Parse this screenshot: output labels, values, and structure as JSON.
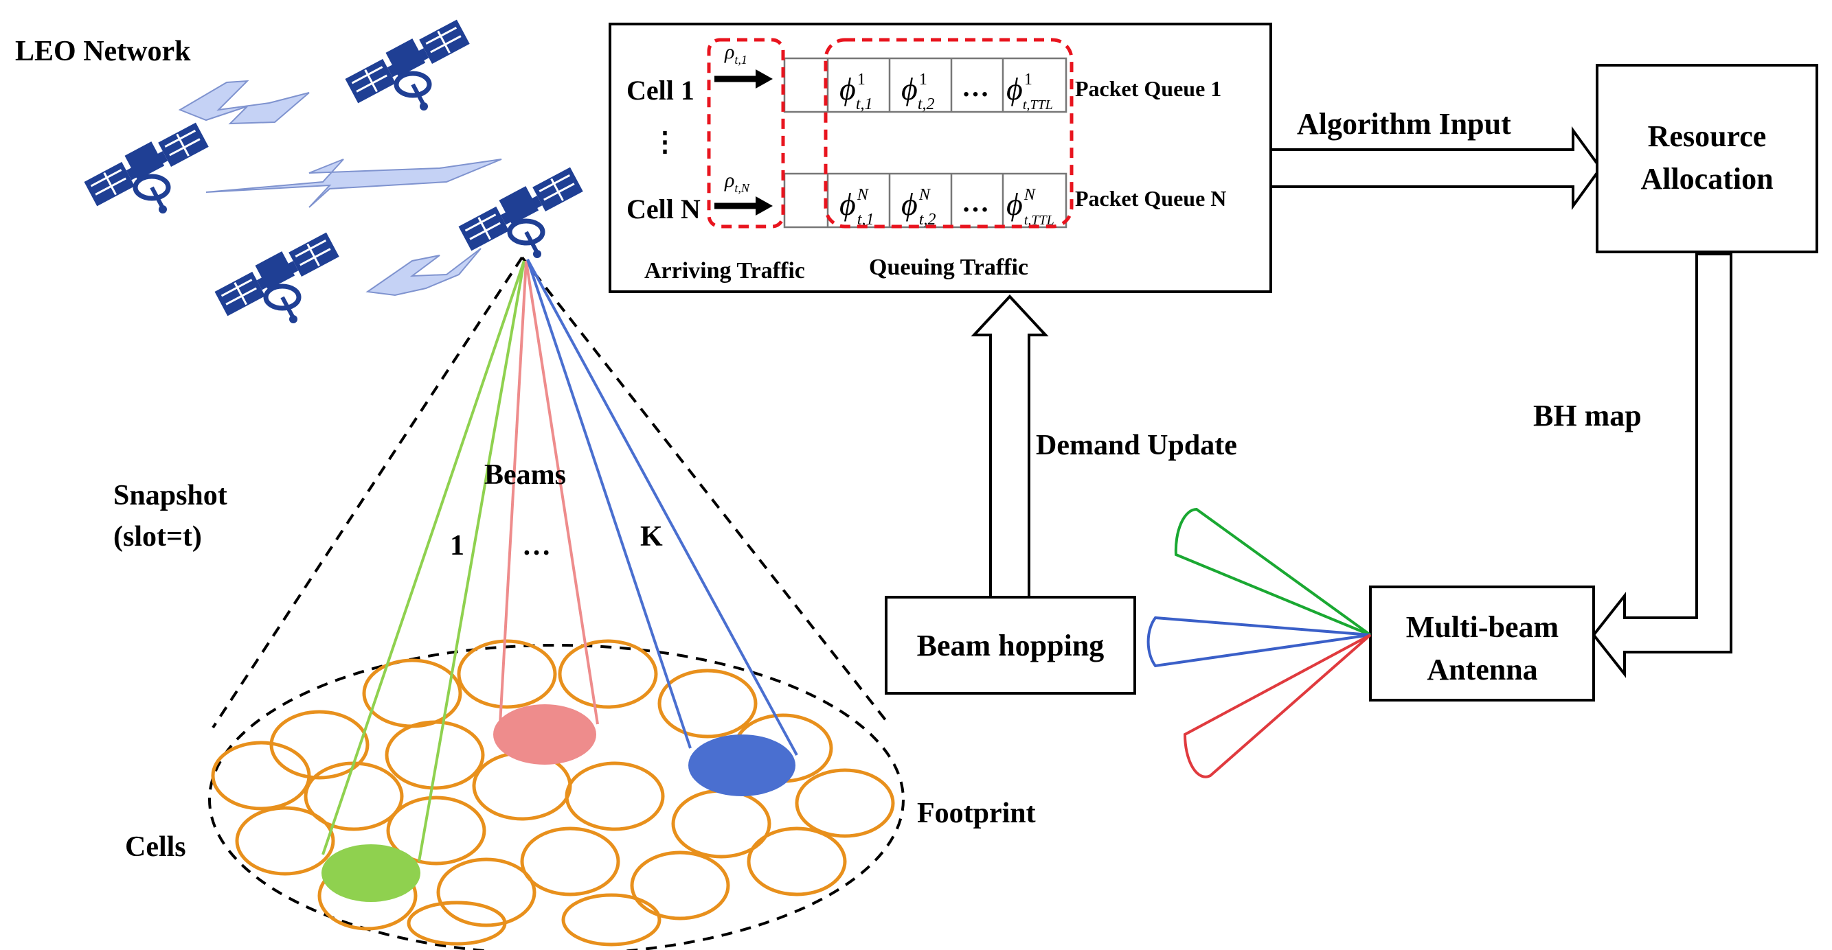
{
  "labels": {
    "leo_network": "LEO Network",
    "snapshot_line1": "Snapshot",
    "snapshot_line2": "(slot=t)",
    "beams": "Beams",
    "beam_1": "1",
    "beam_dots": "…",
    "beam_k": "K",
    "cells": "Cells",
    "footprint": "Footprint",
    "demand_update": "Demand Update",
    "algorithm_input": "Algorithm Input",
    "bh_map": "BH map",
    "arriving_traffic": "Arriving Traffic",
    "queuing_traffic": "Queuing Traffic"
  },
  "boxes": {
    "resource_allocation": [
      "Resource",
      "Allocation"
    ],
    "multibeam_antenna": [
      "Multi-beam",
      "Antenna"
    ],
    "beam_hopping": "Beam hopping"
  },
  "queue_panel": {
    "cell_1": "Cell 1",
    "cell_n": "Cell N",
    "vdots": "⋮",
    "queue_1_label": "Packet Queue 1",
    "queue_n_label": "Packet Queue N",
    "rho_1": {
      "base": "ρ",
      "sub": "t,1"
    },
    "rho_n": {
      "base": "ρ",
      "sub": "t,N"
    },
    "queue_1_cells": [
      {
        "base": "ϕ",
        "sup": "1",
        "sub": "t,1"
      },
      {
        "base": "ϕ",
        "sup": "1",
        "sub": "t,2"
      },
      {
        "base": "…",
        "sup": "",
        "sub": ""
      },
      {
        "base": "ϕ",
        "sup": "1",
        "sub": "t,TTL"
      }
    ],
    "queue_n_cells": [
      {
        "base": "ϕ",
        "sup": "N",
        "sub": "t,1"
      },
      {
        "base": "ϕ",
        "sup": "N",
        "sub": "t,2"
      },
      {
        "base": "…",
        "sup": "",
        "sub": ""
      },
      {
        "base": "ϕ",
        "sup": "N",
        "sub": "t,TTL"
      }
    ]
  },
  "colors": {
    "satellite": "#1f3f94",
    "link": "#c5d2f5",
    "cell_ring": "#e8901c",
    "beam_green": "#8fd14f",
    "beam_red": "#ee8c8c",
    "beam_blue": "#4a6fd0",
    "dashed_red": "#e8141e",
    "antenna_green": "#1aa832",
    "antenna_blue": "#3a5fc8",
    "antenna_red": "#e03a3e"
  },
  "icons": [
    "satellite-icon",
    "lightning-link-icon"
  ]
}
